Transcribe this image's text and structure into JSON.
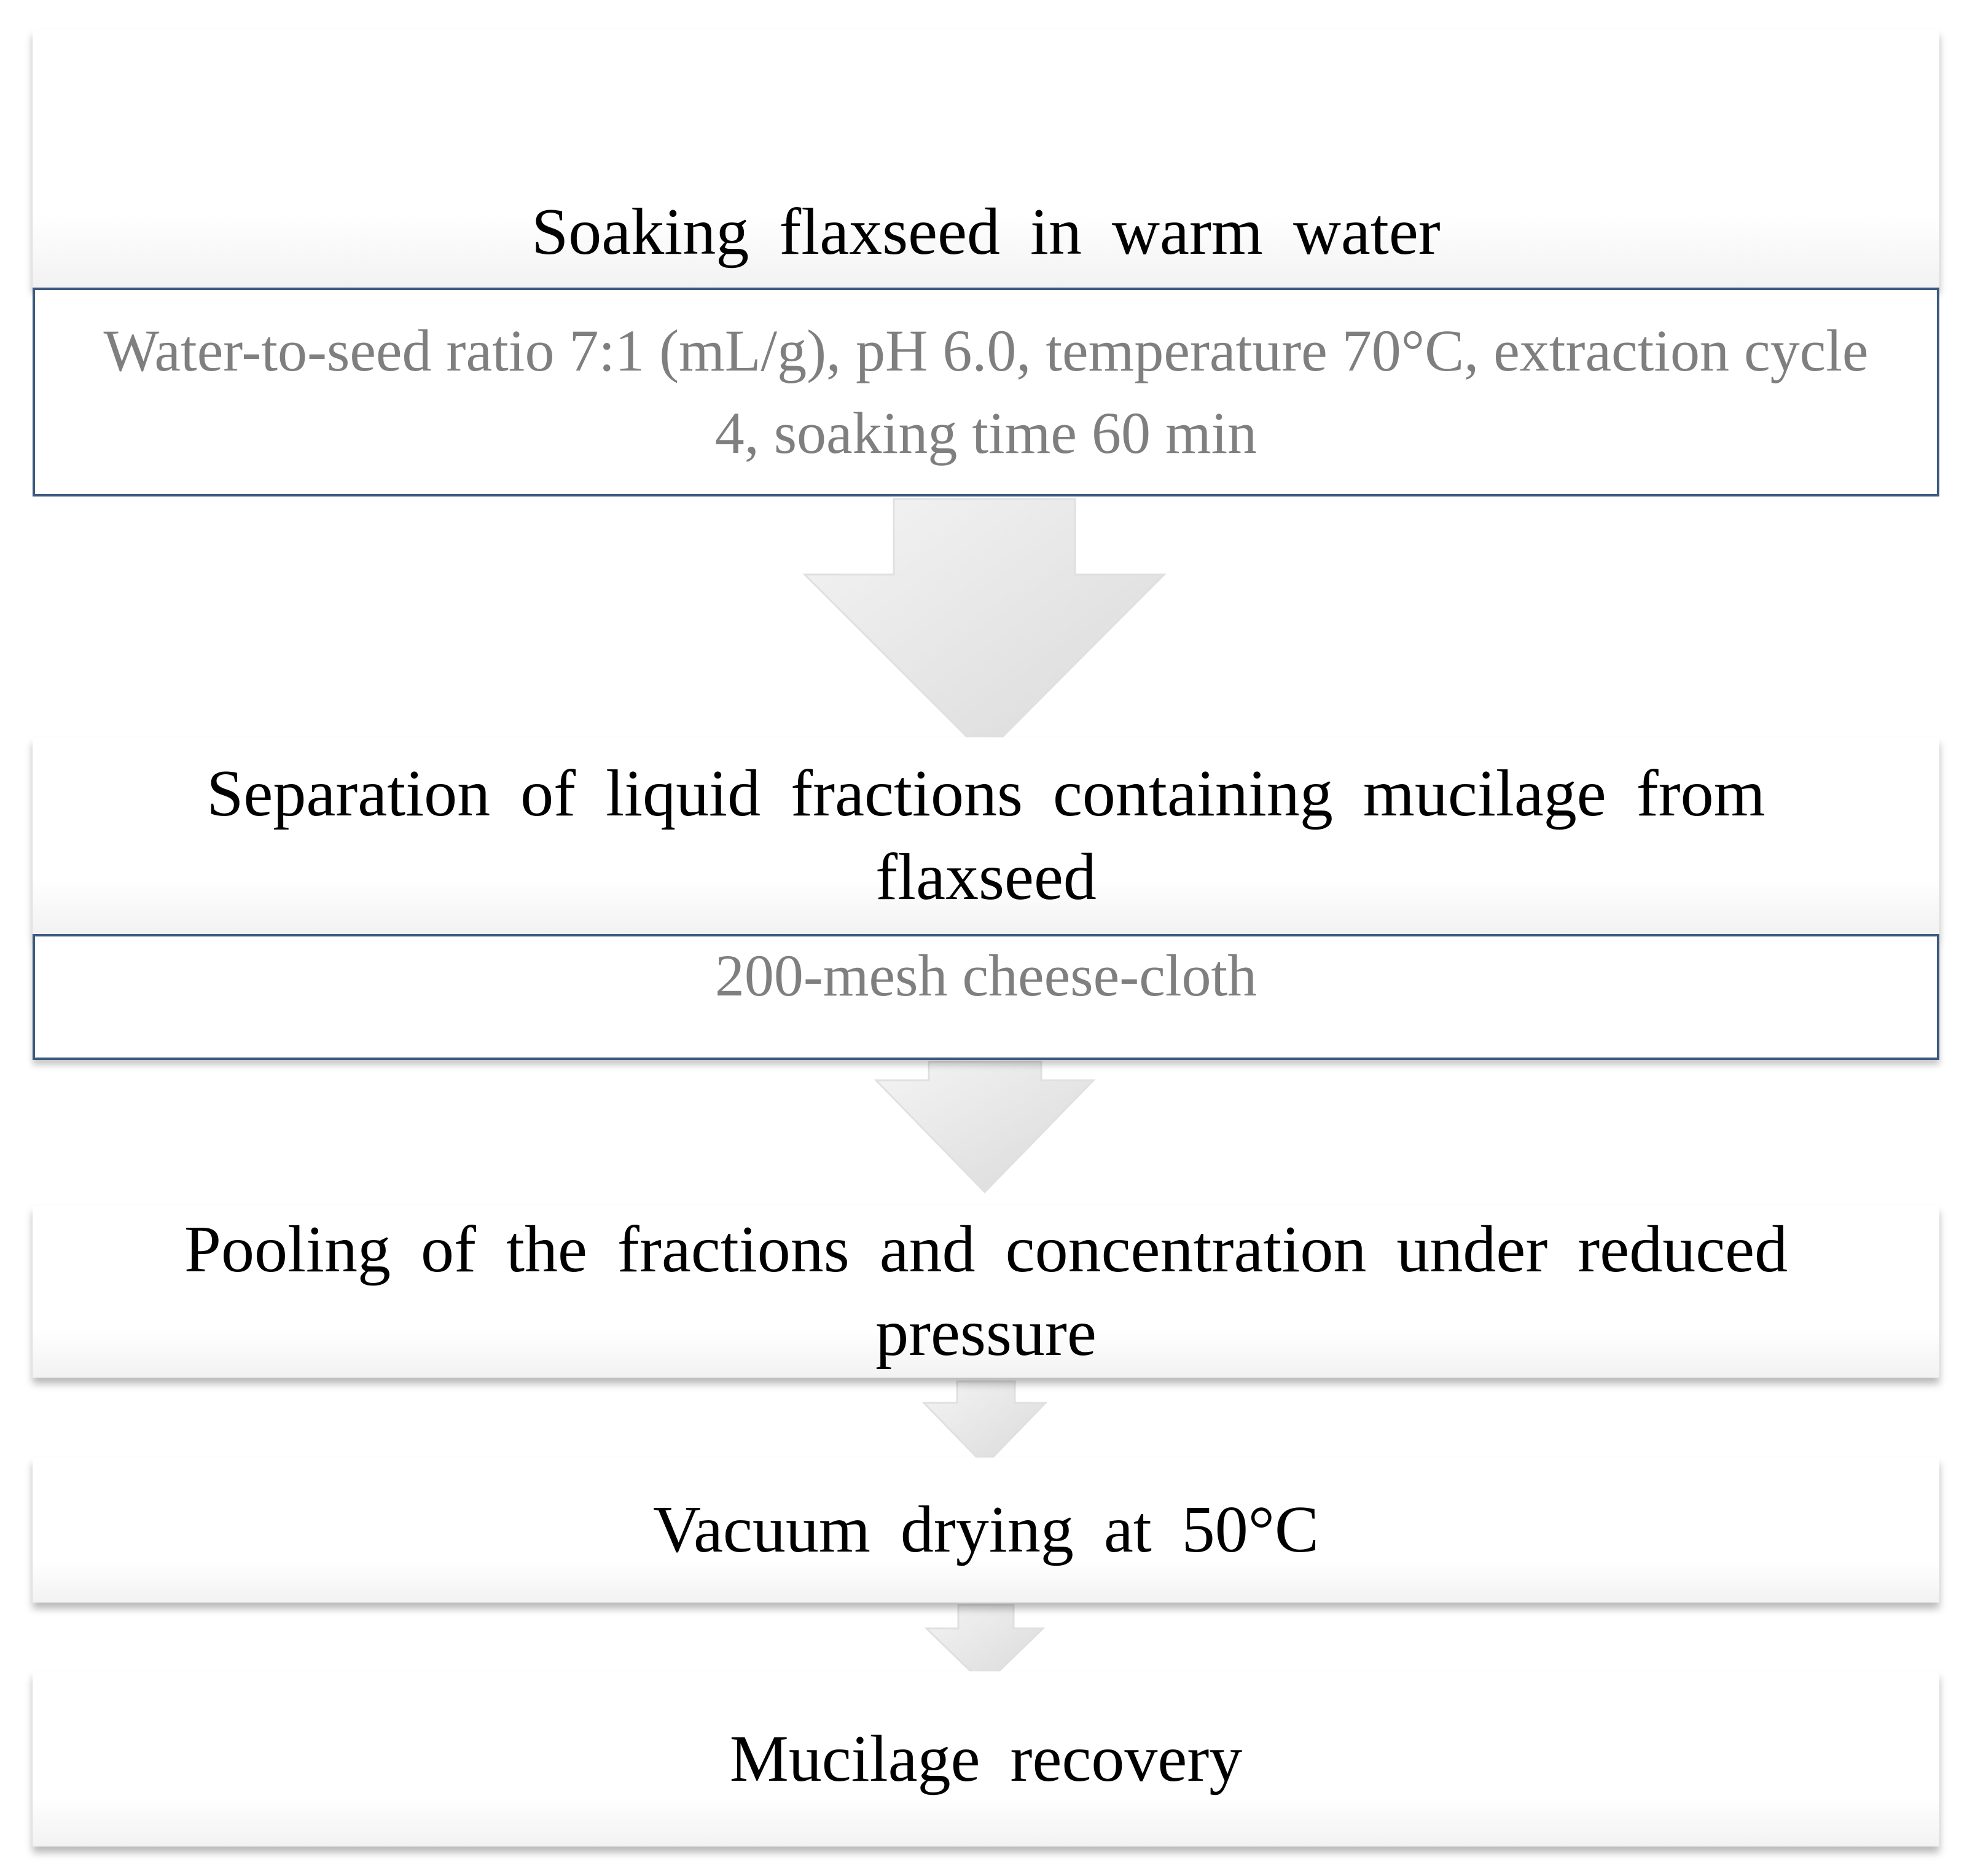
{
  "steps": [
    {
      "label": "Soaking flaxseed in warm water",
      "note": "Water-to-seed ratio 7:1 (mL/g), pH 6.0, temperature 70°C, extraction cycle 4, soaking time 60 min"
    },
    {
      "label": "Separation of liquid fractions containing mucilage from flaxseed",
      "note": "200-mesh cheese-cloth"
    },
    {
      "label": "Pooling of the fractions and concentration under reduced pressure"
    },
    {
      "label": "Vacuum drying at 50°C"
    },
    {
      "label": "Mucilage recovery"
    }
  ],
  "colors": {
    "box_border": "#3d5a80",
    "note_text": "#7f7f7f",
    "arrow_fill": "#e6e6e6"
  }
}
